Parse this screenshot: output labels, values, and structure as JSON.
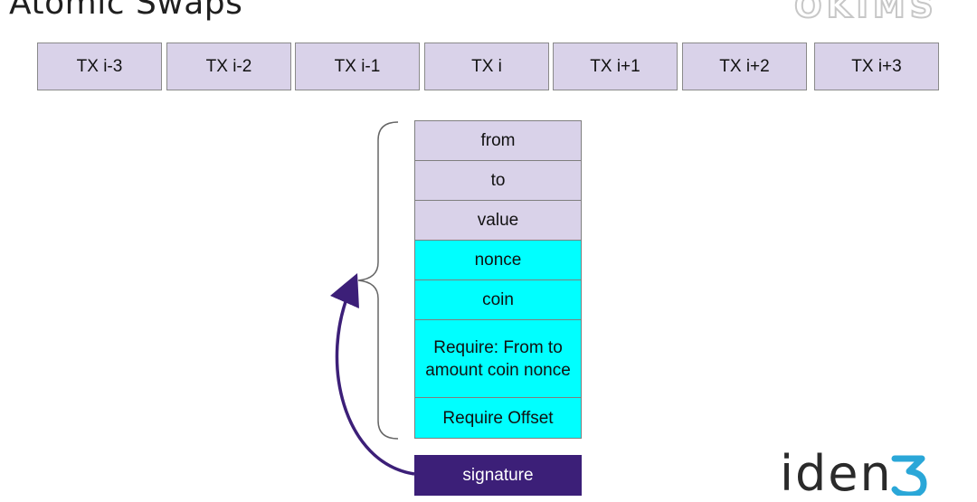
{
  "title": "Atomic Swaps",
  "brand_top": "OKIMS",
  "transactions": [
    "TX i-3",
    "TX i-2",
    "TX i-1",
    "TX i",
    "TX i+1",
    "TX i+2",
    "TX i+3"
  ],
  "fields": [
    {
      "label": "from",
      "color": "#d9d2e9"
    },
    {
      "label": "to",
      "color": "#d9d2e9"
    },
    {
      "label": "value",
      "color": "#d9d2e9"
    },
    {
      "label": "nonce",
      "color": "#00ffff"
    },
    {
      "label": "coin",
      "color": "#00ffff"
    },
    {
      "label": "Require: From to amount coin nonce",
      "color": "#00ffff"
    },
    {
      "label": "Require Offset",
      "color": "#00ffff"
    }
  ],
  "signature": {
    "label": "signature",
    "color": "#3c1f78"
  },
  "logo": {
    "text": "iden",
    "mark_color": "#2aa7d8"
  },
  "arrow_color": "#3c1f78"
}
